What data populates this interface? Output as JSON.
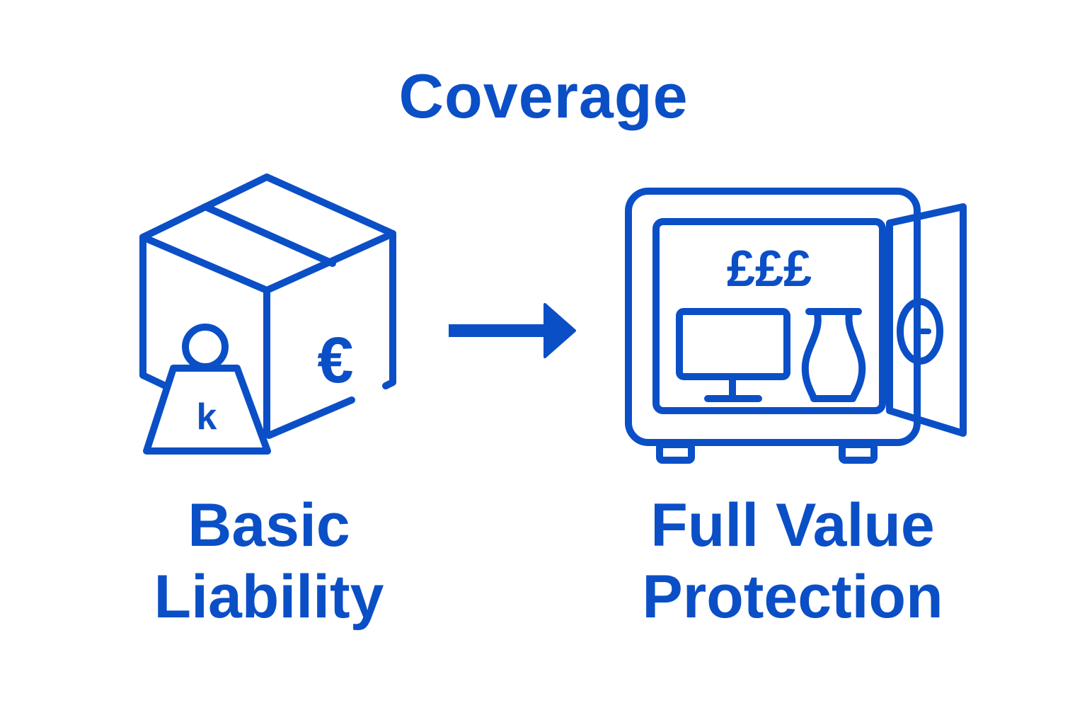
{
  "diagram": {
    "title": "Coverage",
    "left": {
      "label_line1": "Basic",
      "label_line2": "Liability",
      "icon": "box-with-weight-icon",
      "weight_mark": "k",
      "currency_mark": "€"
    },
    "right": {
      "label_line1": "Full Value",
      "label_line2": "Protection",
      "icon": "open-safe-icon",
      "currency_marks": "£££"
    },
    "connector": "arrow-right-icon",
    "colors": {
      "stroke": "#0b4fc7",
      "background": "#ffffff"
    }
  }
}
